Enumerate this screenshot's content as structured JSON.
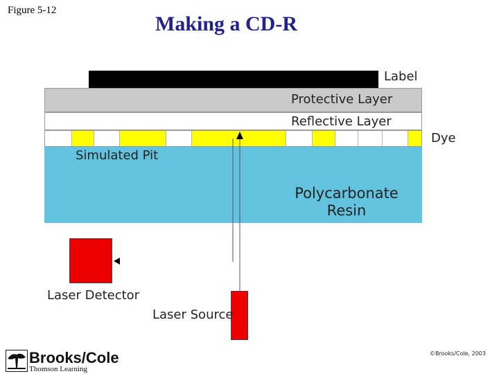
{
  "figure_label": "Figure 5-12",
  "title": "Making a CD-R",
  "layers": {
    "label": "Label",
    "protective": "Protective Layer",
    "reflective": "Reflective Layer",
    "dye": "Dye",
    "simulated_pit": "Simulated Pit",
    "resin_line1": "Polycarbonate",
    "resin_line2": "Resin"
  },
  "components": {
    "laser_detector": "Laser Detector",
    "laser_source": "Laser Source"
  },
  "dye_cells": [
    "white",
    "yellow",
    "white",
    "yellow",
    "white",
    "yellow",
    "white",
    "yellow",
    "white",
    "white",
    "white",
    "yellow"
  ],
  "colors": {
    "label_layer": "#000000",
    "protective_layer": "#cacaca",
    "resin": "#63c2dd",
    "dye_pit": "#ffff00",
    "laser_hardware": "#ee0000",
    "title": "#22228a"
  },
  "footer": {
    "publisher": "Brooks/Cole",
    "publisher_sub": "Thomson Learning",
    "copyright": "©Brooks/Cole, 2003"
  }
}
